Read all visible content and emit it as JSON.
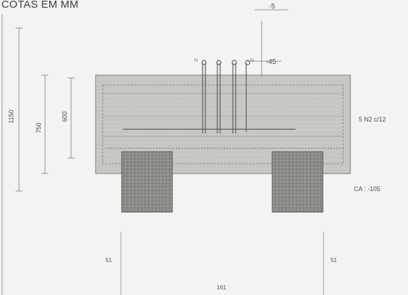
{
  "drawing": {
    "title": "COTAS EM MM",
    "dim_total_height": "1150",
    "dim_block_height": "750",
    "dim_inner_height": "600",
    "top_offset_label": "-5",
    "top_cover_label": "-45",
    "rebar_label": "5 N2 c/12",
    "cover_label": "CA : -105",
    "left_dim": "51",
    "right_dim": "51",
    "bottom_dim": "161"
  },
  "colors": {
    "background": "#f3f3f1",
    "concrete": "#c9c9c6",
    "pile": "#8f8f8c",
    "line": "#5a5a5a"
  }
}
